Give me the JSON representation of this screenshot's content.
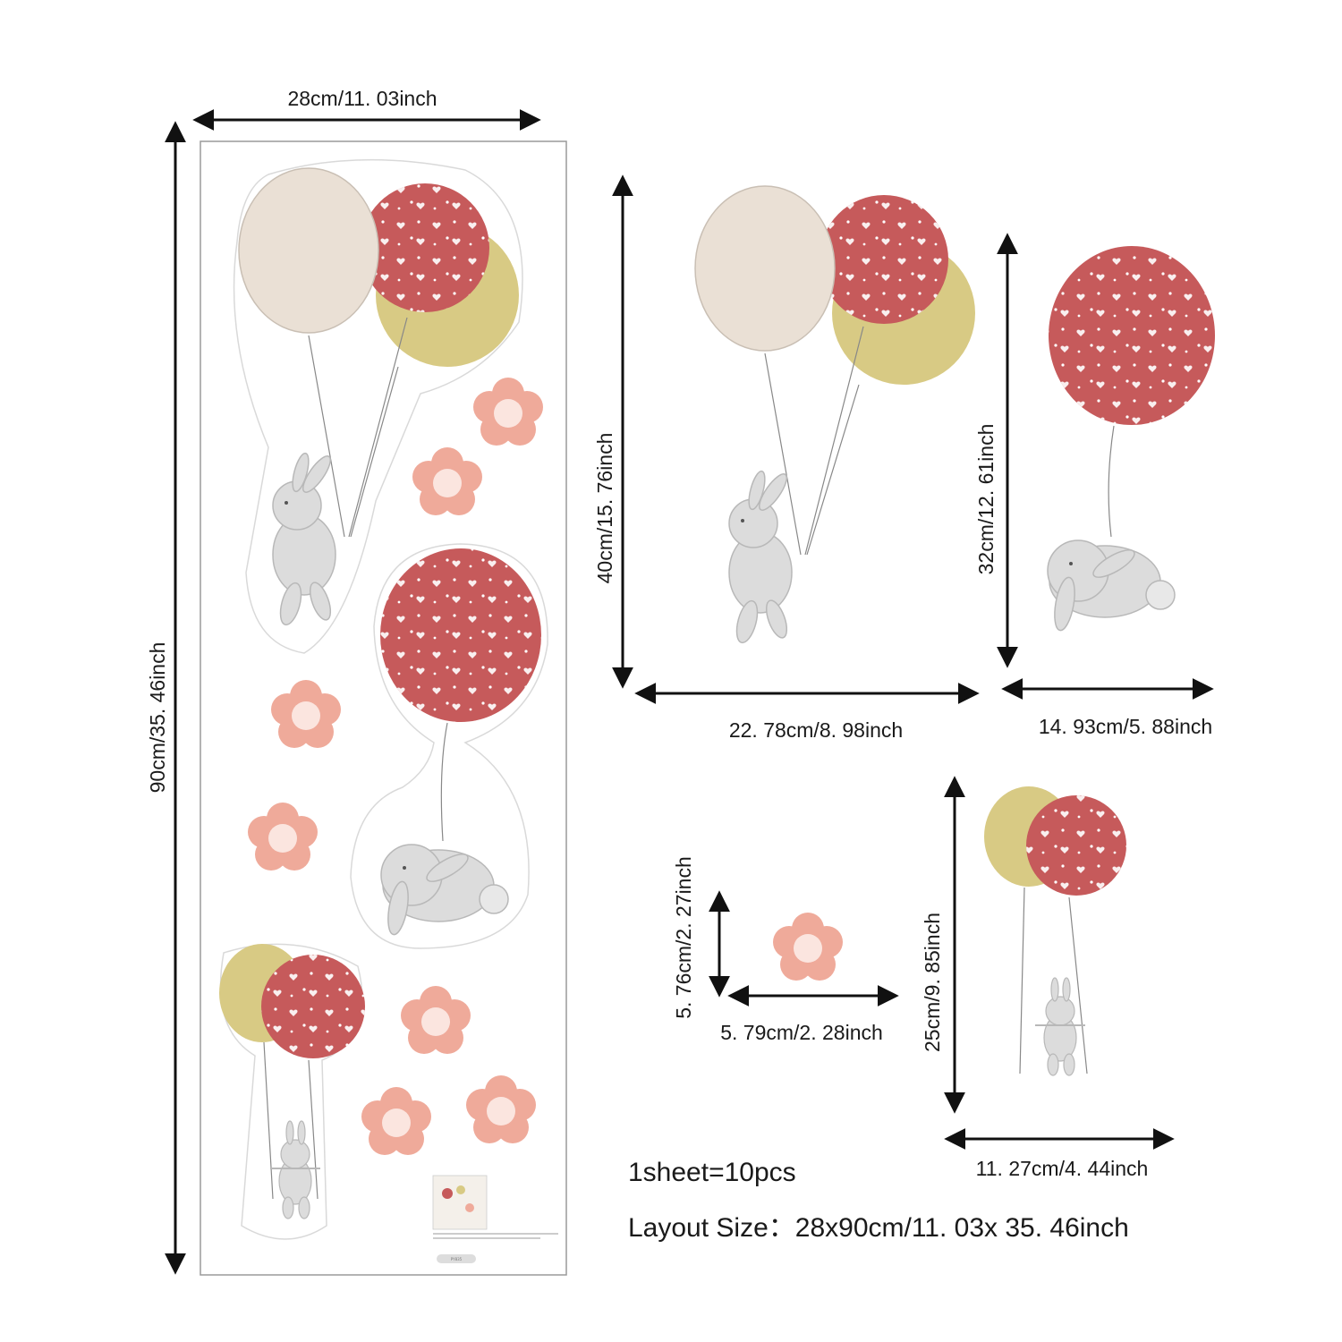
{
  "sheet": {
    "width_label": "28cm/11. 03inch",
    "height_label": "90cm/35. 46inch",
    "code_label": "PY835"
  },
  "stickers": {
    "three_balloon_bunny": {
      "height_label": "40cm/15. 76inch",
      "width_label": "22. 78cm/8. 98inch"
    },
    "single_balloon_bunny": {
      "height_label": "32cm/12. 61inch",
      "width_label": "14. 93cm/5. 88inch"
    },
    "flower": {
      "height_label": "5. 76cm/2. 27inch",
      "width_label": "5. 79cm/2. 28inch"
    },
    "swing_bunny": {
      "height_label": "25cm/9. 85inch",
      "width_label": "11. 27cm/4. 44inch"
    }
  },
  "summary": {
    "pieces": "1sheet=10pcs",
    "layout_size": "Layout Size：28x90cm/11. 03x  35. 46inch"
  },
  "colors": {
    "red_balloon": "#c65a5b",
    "cream_balloon": "#eae0d5",
    "olive_balloon": "#d8ca84",
    "flower_petal": "#efaa9a",
    "flower_center": "#fbe5df",
    "bunny_gray": "#dcdcdc"
  }
}
